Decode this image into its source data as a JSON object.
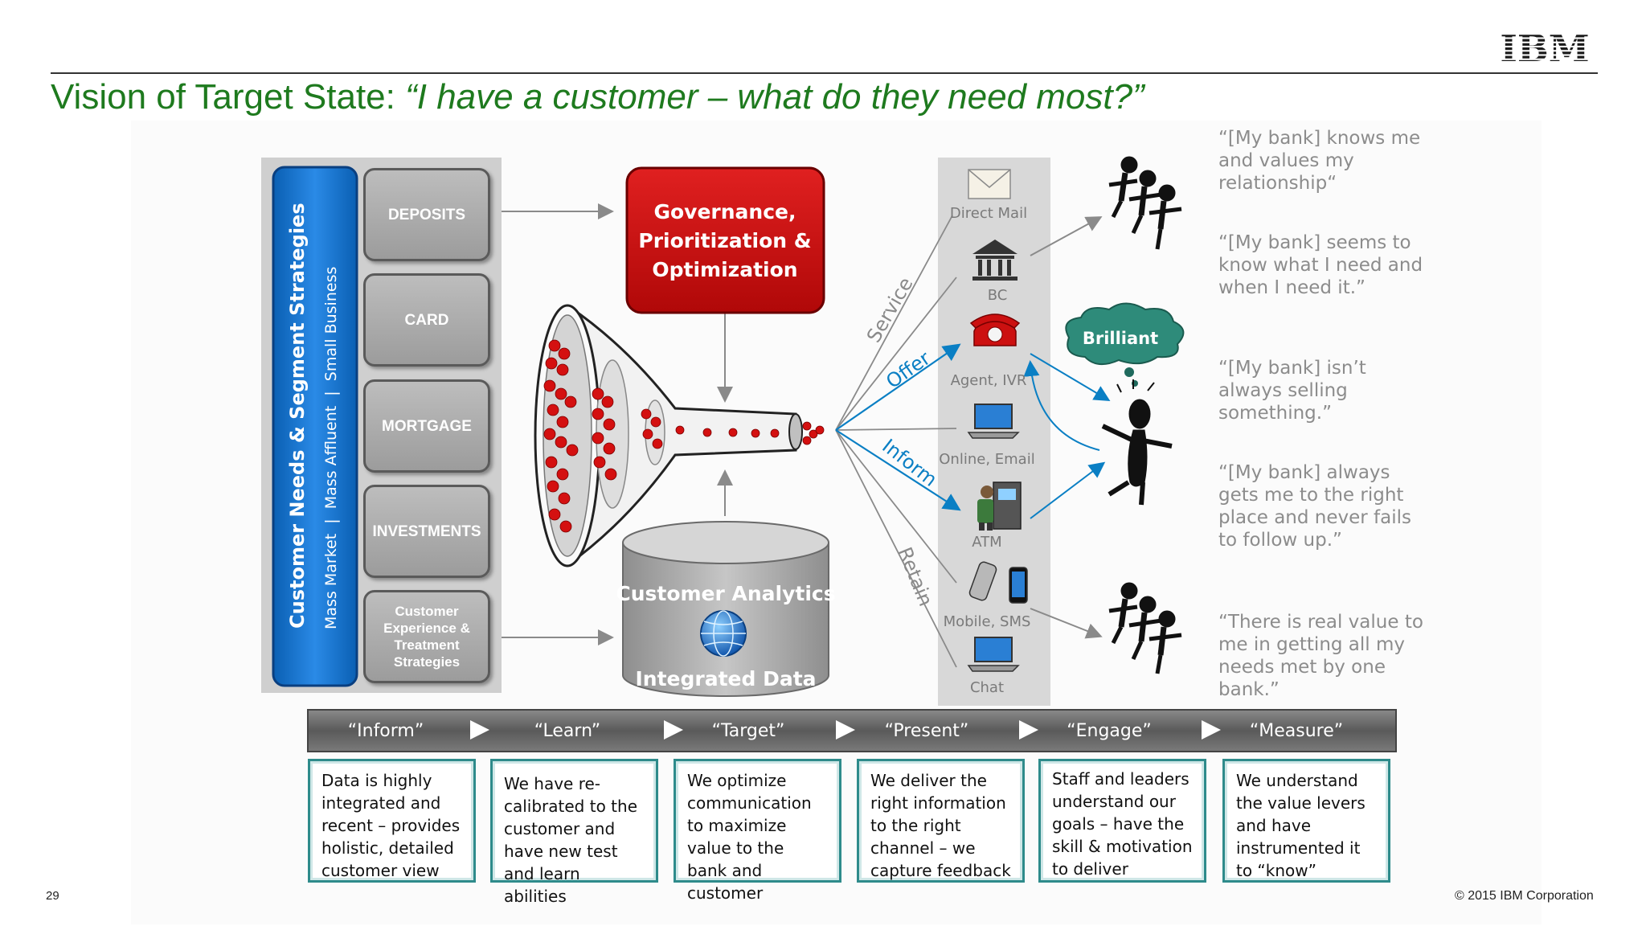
{
  "title": {
    "main": "Vision of Target State: ",
    "quote": "“I have a customer – what do they need most?”"
  },
  "logo": "IBM",
  "colors": {
    "title_green": "#1e7a1e",
    "accent_blue": "#0a6fc4",
    "governance_red": "#cc1111",
    "teal_border": "#2e8b8b",
    "quote_gray": "#8c8c8c"
  },
  "segment_panel": {
    "title": "Customer Needs & Segment Strategies",
    "subtitle": "Mass Market  |  Mass Affluent  |  Small Business"
  },
  "products": [
    {
      "label": "DEPOSITS"
    },
    {
      "label": "CARD"
    },
    {
      "label": "MORTGAGE"
    },
    {
      "label": "INVESTMENTS"
    },
    {
      "label": "Customer Experience & Treatment Strategies"
    }
  ],
  "governance": "Governance, Prioritization & Optimization",
  "analytics": {
    "top": "Customer Analytics",
    "bottom": "Integrated Data",
    "icon": "globe-icon"
  },
  "flows": [
    "Service",
    "Offer",
    "Inform",
    "Retain"
  ],
  "channels": [
    {
      "label": "Direct Mail",
      "icon": "envelope-icon"
    },
    {
      "label": "BC",
      "icon": "bank-building-icon"
    },
    {
      "label": "Agent, IVR",
      "icon": "telephone-icon"
    },
    {
      "label": "Online, Email",
      "icon": "laptop-icon"
    },
    {
      "label": "ATM",
      "icon": "atm-icon"
    },
    {
      "label": "Mobile, SMS",
      "icon": "mobile-phone-icon"
    },
    {
      "label": "Chat",
      "icon": "chat-laptop-icon"
    }
  ],
  "bubble": "Brilliant",
  "quotes": [
    "“[My bank] knows me and values my relationship“",
    "“[My bank] seems to know what I need and when I need it.”",
    "“[My bank] isn’t always selling something.”",
    "“[My bank] always gets me to the right place and never fails to follow up.”",
    "“There is real value to me in getting all my needs met by one bank.”"
  ],
  "steps": [
    {
      "label": "“Inform”",
      "text": "Data is highly integrated and recent – provides holistic, detailed customer view"
    },
    {
      "label": "“Learn”",
      "text": "We have re-calibrated to the customer and have new test and learn abilities"
    },
    {
      "label": "“Target”",
      "text": "We optimize communication to maximize value to the bank and customer"
    },
    {
      "label": "“Present”",
      "text": "We deliver the right information to the right channel – we capture feedback"
    },
    {
      "label": "“Engage”",
      "text": "Staff and leaders understand our goals – have the skill & motivation to deliver"
    },
    {
      "label": "“Measure”",
      "text": "We understand the value levers and have instrumented it to “know”"
    }
  ],
  "footer": {
    "page": "29",
    "copyright": "© 2015 IBM Corporation"
  }
}
